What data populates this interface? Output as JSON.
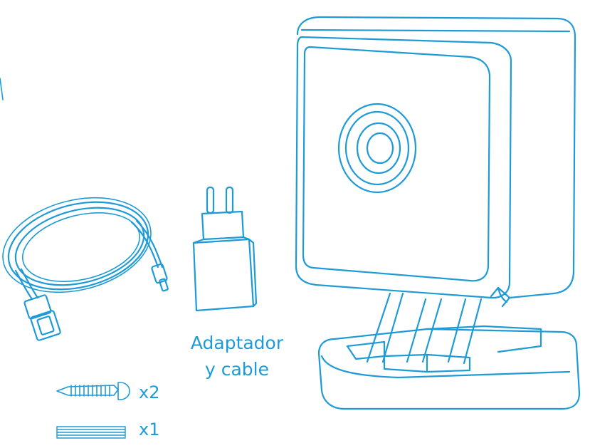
{
  "labels": {
    "adapter_line1": "Adaptador",
    "adapter_line2": "y cable",
    "screws_qty": "x2",
    "tape_qty": "x1"
  },
  "colors": {
    "line": "#1e9bd7",
    "background": "#ffffff"
  },
  "icons": [
    "usb-cable-icon",
    "power-adapter-icon",
    "camera-icon",
    "screw-icon",
    "adhesive-strip-icon"
  ]
}
